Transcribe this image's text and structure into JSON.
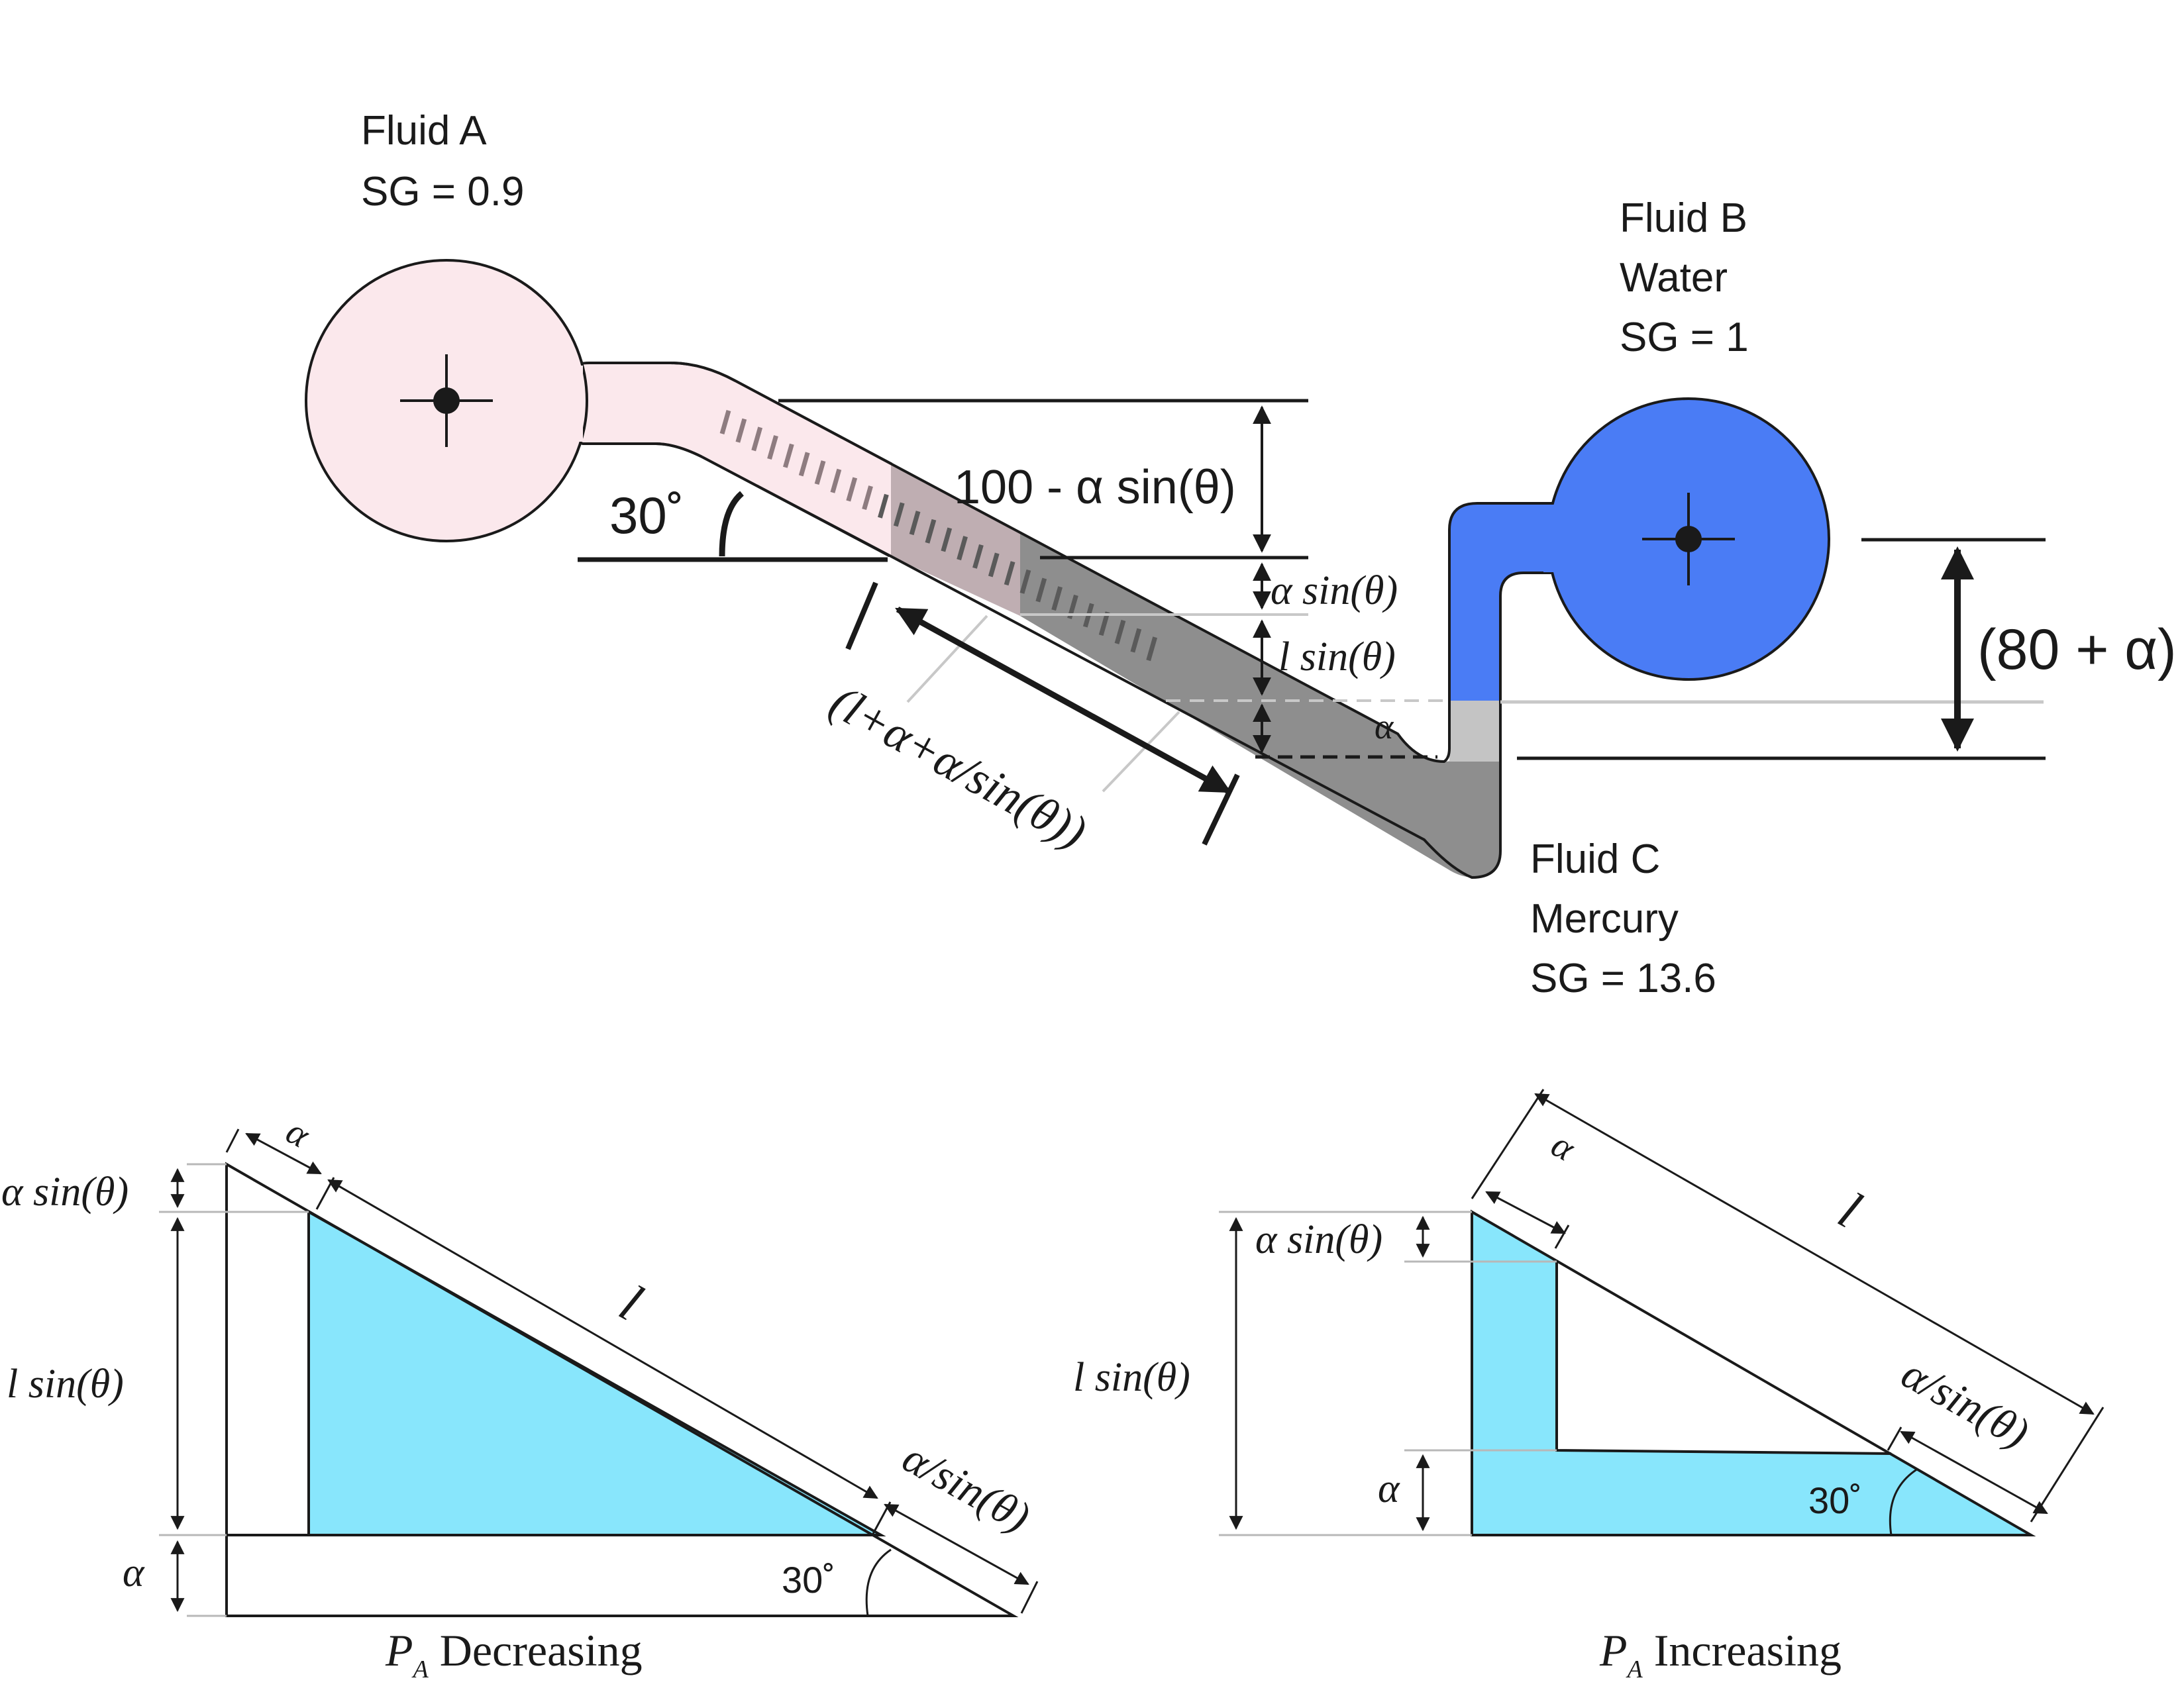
{
  "top": {
    "fluid_a": {
      "name": "Fluid A",
      "sg": "SG = 0.9"
    },
    "fluid_b": {
      "name": "Fluid B",
      "type": "Water",
      "sg": "SG = 1"
    },
    "fluid_c": {
      "name": "Fluid C",
      "type": "Mercury",
      "sg": "SG = 13.6"
    },
    "angle": "30˚",
    "dim_top": "100 - α sin(θ)",
    "dim_asin": "α sin(θ)",
    "dim_lsin": "l sin(θ)",
    "dim_alpha": "α",
    "dim_right": "(80 + α)",
    "dim_incline": "(l+α+α/sin(θ))"
  },
  "left_triangle": {
    "alpha_top": "α",
    "asin": "α sin(θ)",
    "lsin": "l sin(θ)",
    "alpha_side": "α",
    "l": "l",
    "a_over_sin": "α/sin(θ)",
    "angle": "30˚",
    "caption_p": "P",
    "caption_sub": "A",
    "caption_rest": " Decreasing"
  },
  "right_triangle": {
    "alpha_top": "α",
    "l": "l",
    "asin": "α sin(θ)",
    "lsin": "l sin(θ)",
    "alpha_side": "α",
    "a_over_sin": "α/sin(θ)",
    "angle": "30˚",
    "caption_p": "P",
    "caption_sub": "A",
    "caption_rest": " Increasing"
  },
  "colors": {
    "fluid_a": "#fbe8ec",
    "fluid_b": "#4a7cf5",
    "fluid_c": "#8e8e8e",
    "fluid_c_light": "#c4c4c4",
    "triangle_fill": "#88e6fc"
  }
}
